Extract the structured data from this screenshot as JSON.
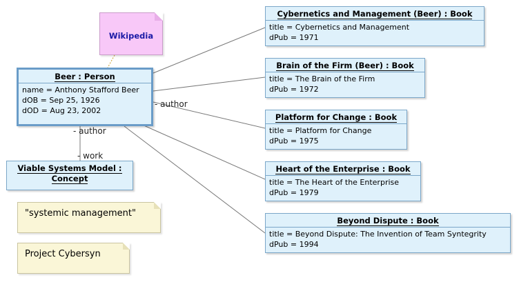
{
  "note_link": {
    "label": "Wikipedia"
  },
  "person": {
    "header": "Beer : Person",
    "attributes": [
      "name = Anthony Stafford Beer",
      "dOB = Sep 25, 1926",
      "dOD = Aug 23, 2002"
    ]
  },
  "concept": {
    "header": "Viable Systems Model : Concept"
  },
  "roles": {
    "author_books": "- author",
    "author_concept": "- author",
    "work": "- work"
  },
  "notes": [
    {
      "text": "\"systemic management\""
    },
    {
      "text": "Project Cybersyn"
    }
  ],
  "books": [
    {
      "header": "Cybernetics and Management (Beer) : Book",
      "title": "title = Cybernetics and Management",
      "dpub": "dPub = 1971"
    },
    {
      "header": "Brain of the Firm (Beer) : Book",
      "title": "title = The Brain of the Firm",
      "dpub": "dPub = 1972"
    },
    {
      "header": "Platform for Change : Book",
      "title": "title = Platform for Change",
      "dpub": "dPub = 1975"
    },
    {
      "header": "Heart of the Enterprise : Book",
      "title": "title = The Heart of the Enterprise",
      "dpub": "dPub = 1979"
    },
    {
      "header": "Beyond Dispute : Book",
      "title": "title = Beyond Dispute: The Invention of Team Syntegrity",
      "dpub": "dPub = 1994"
    }
  ],
  "colors": {
    "object_fill": "#dff1fb",
    "object_border": "#7aa6c8",
    "note_fill": "#faf6d7",
    "link_note_fill": "#f8c8f8",
    "link_text": "#1a1aa6"
  }
}
